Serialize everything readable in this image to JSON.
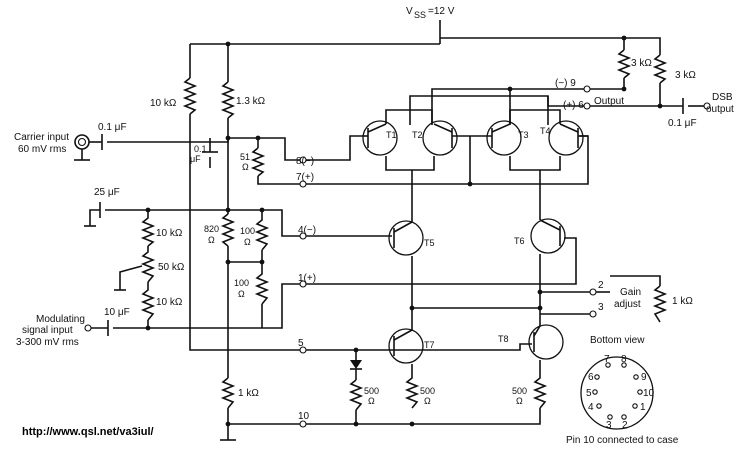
{
  "supply": {
    "label": "V",
    "sub": "SS",
    "value": "=12 V"
  },
  "inputs": {
    "carrier": [
      "Carrier input",
      "60 mV rms"
    ],
    "modulating": [
      "Modulating",
      "signal input",
      "3-300 mV rms"
    ]
  },
  "output": {
    "label": "Output",
    "dsb": [
      "DSB",
      "output"
    ]
  },
  "gain": [
    "Gain",
    "adjust"
  ],
  "components": {
    "r_10k_top": "10 kΩ",
    "r_1k3": "1.3 kΩ",
    "r_3k_a": "3 kΩ",
    "r_3k_b": "3 kΩ",
    "c_01_in": "0.1 μF",
    "c_01_b": [
      "0.1",
      "μF"
    ],
    "r_51": [
      "51",
      "Ω"
    ],
    "c_25": "25 μF",
    "r_10k_a": "10 kΩ",
    "r_50k": "50 kΩ",
    "r_10k_b": "10 kΩ",
    "c_10": "10 μF",
    "r_820": [
      "820",
      "Ω"
    ],
    "r_100_a": [
      "100",
      "Ω"
    ],
    "r_100_b": [
      "100",
      "Ω"
    ],
    "r_1k_gain": "1 kΩ",
    "r_1k_bot": "1 kΩ",
    "r_500_a": [
      "500",
      "Ω"
    ],
    "r_500_b": [
      "500",
      "Ω"
    ],
    "r_500_c": [
      "500",
      "Ω"
    ],
    "c_01_out": "0.1 μF"
  },
  "transistors": [
    "T1",
    "T2",
    "T3",
    "T4",
    "T5",
    "T6",
    "T7",
    "T8"
  ],
  "pins": {
    "p9": "(−) 9",
    "p6": "(+) 6",
    "p8": "8(−)",
    "p7": "7(+)",
    "p4": "4(−)",
    "p1": "1(+)",
    "p5": "5",
    "p10": "10",
    "p2": "2",
    "p3": "3"
  },
  "bottom_view": {
    "title": "Bottom view",
    "pins": [
      "7",
      "8",
      "6",
      "9",
      "5",
      "10",
      "4",
      "1",
      "3",
      "2"
    ],
    "note": "Pin 10 connected to case"
  },
  "url": "http://www.qsl.net/va3iul/"
}
